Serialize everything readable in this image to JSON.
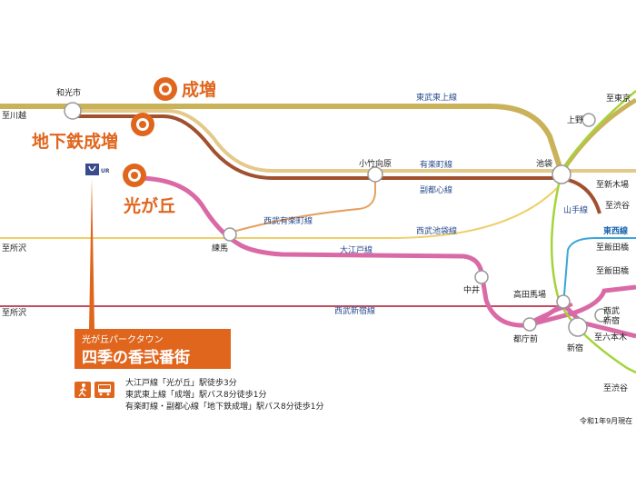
{
  "highlight_stations": {
    "narimasu": "成増",
    "chikatetsu_narimasu": "地下鉄成増",
    "hikarigaoka": "光が丘"
  },
  "stations": {
    "wakoshi": "和光市",
    "kotake_mukaihara": "小竹向原",
    "ikebukuro": "池袋",
    "nerima": "練馬",
    "nakai": "中井",
    "takadanobaba": "高田馬場",
    "tochomae": "都庁前",
    "shinjuku": "新宿",
    "seibu_shinjuku": "西武\n新宿",
    "ueno": "上野"
  },
  "lines": {
    "tobu_tojo": "東武東上線",
    "yurakucho": "有楽町線",
    "fukutoshin": "副都心線",
    "seibu_yurakucho": "西武有楽町線",
    "seibu_ikebukuro": "西武池袋線",
    "oedo": "大江戸線",
    "seibu_shinjuku": "西武新宿線",
    "yamanote": "山手線"
  },
  "destinations": {
    "kawagoe": "至川越",
    "tokorozawa_1": "至所沢",
    "tokorozawa_2": "至所沢",
    "tokyo": "至東京",
    "shin_kiba": "至新木場",
    "shibuya_1": "至渋谷",
    "tozai": "東西線",
    "iidabashi_1": "至飯田橋",
    "iidabashi_2": "至飯田橋",
    "roppongi": "至六本木",
    "shibuya_2": "至渋谷"
  },
  "callout": {
    "subtitle": "光が丘パークタウン",
    "title": "四季の香弐番街"
  },
  "access": [
    "大江戸線「光が丘」駅徒歩3分",
    "東武東上線「成増」駅バス8分徒歩1分",
    "有楽町線・副都心線「地下鉄成増」駅バス8分徒歩1分"
  ],
  "logo": {
    "text": "UR"
  },
  "as_of": "令和1年9月現在",
  "colors": {
    "tobu": "#c9b25a",
    "fukutoshin": "#a0512f",
    "yurakucho": "#e3c98a",
    "oedo": "#d96aa6",
    "seibu_yurakucho": "#e6a060",
    "seibu_ikebukuro": "#efcf6a",
    "seibu_shinjuku": "#c14d62",
    "yamanote": "#a4d43b",
    "tozai": "#3aa7d8",
    "accent": "#e0661e",
    "logo": "#3a4a8c"
  }
}
